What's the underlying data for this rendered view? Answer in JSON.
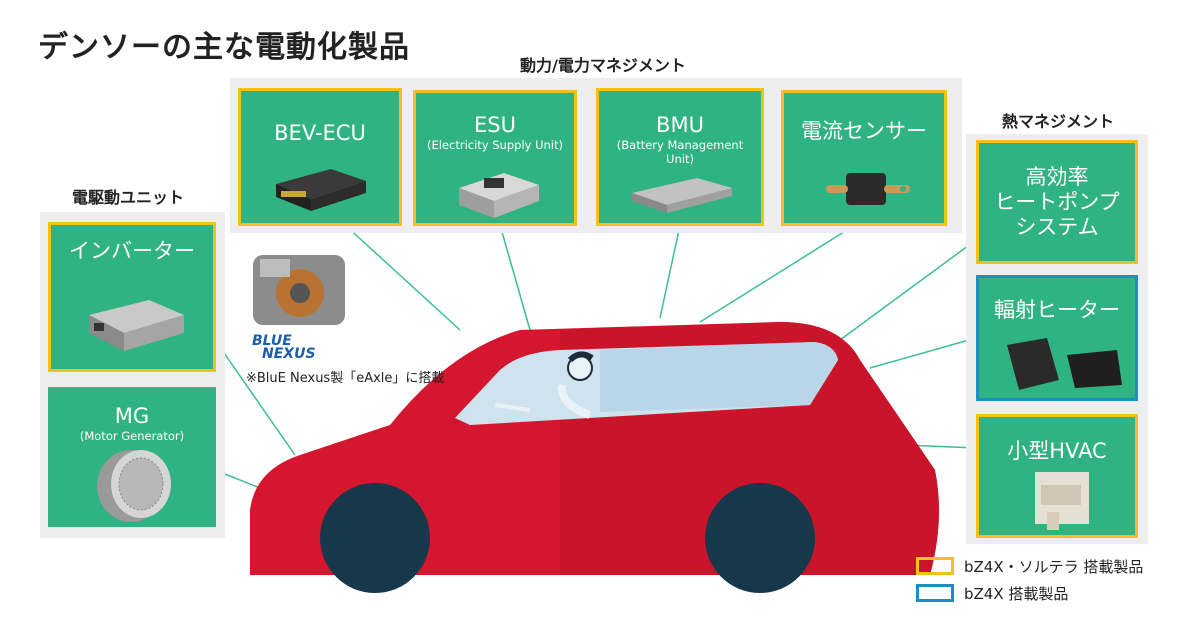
{
  "title": "デンソーの主な電動化製品",
  "groups": {
    "drive": "電駆動ユニット",
    "power": "動力/電力マネジメント",
    "thermal": "熱マネジメント"
  },
  "cards": {
    "inverter": {
      "title": "インバーター"
    },
    "mg": {
      "title": "MG",
      "sub": "(Motor Generator)"
    },
    "bevecu": {
      "title": "BEV-ECU"
    },
    "esu": {
      "title": "ESU",
      "sub": "(Electricity Supply Unit)"
    },
    "bmu": {
      "title": "BMU",
      "sub1": "(Battery Management",
      "sub2": "Unit)"
    },
    "sensor": {
      "title": "電流センサー"
    },
    "heatpump": {
      "l1": "高効率",
      "l2": "ヒートポンプ",
      "l3": "システム"
    },
    "radiant": {
      "title": "輻射ヒーター"
    },
    "hvac": {
      "title": "小型HVAC"
    }
  },
  "eaxle": {
    "logo_line1": "BLUE",
    "logo_line2": "NEXUS",
    "note": "※BluE Nexus製「eAxle」に搭載"
  },
  "legend": {
    "yellow_label": "bZ4X・ソルテラ 搭載製品",
    "blue_label": "bZ4X 搭載製品"
  },
  "colors": {
    "card_green": "#2fb383",
    "yellow_border": "#f2c21b",
    "blue_border": "#1a8fc4",
    "car_red": "#d4172e",
    "connector": "#3bbf8f"
  }
}
